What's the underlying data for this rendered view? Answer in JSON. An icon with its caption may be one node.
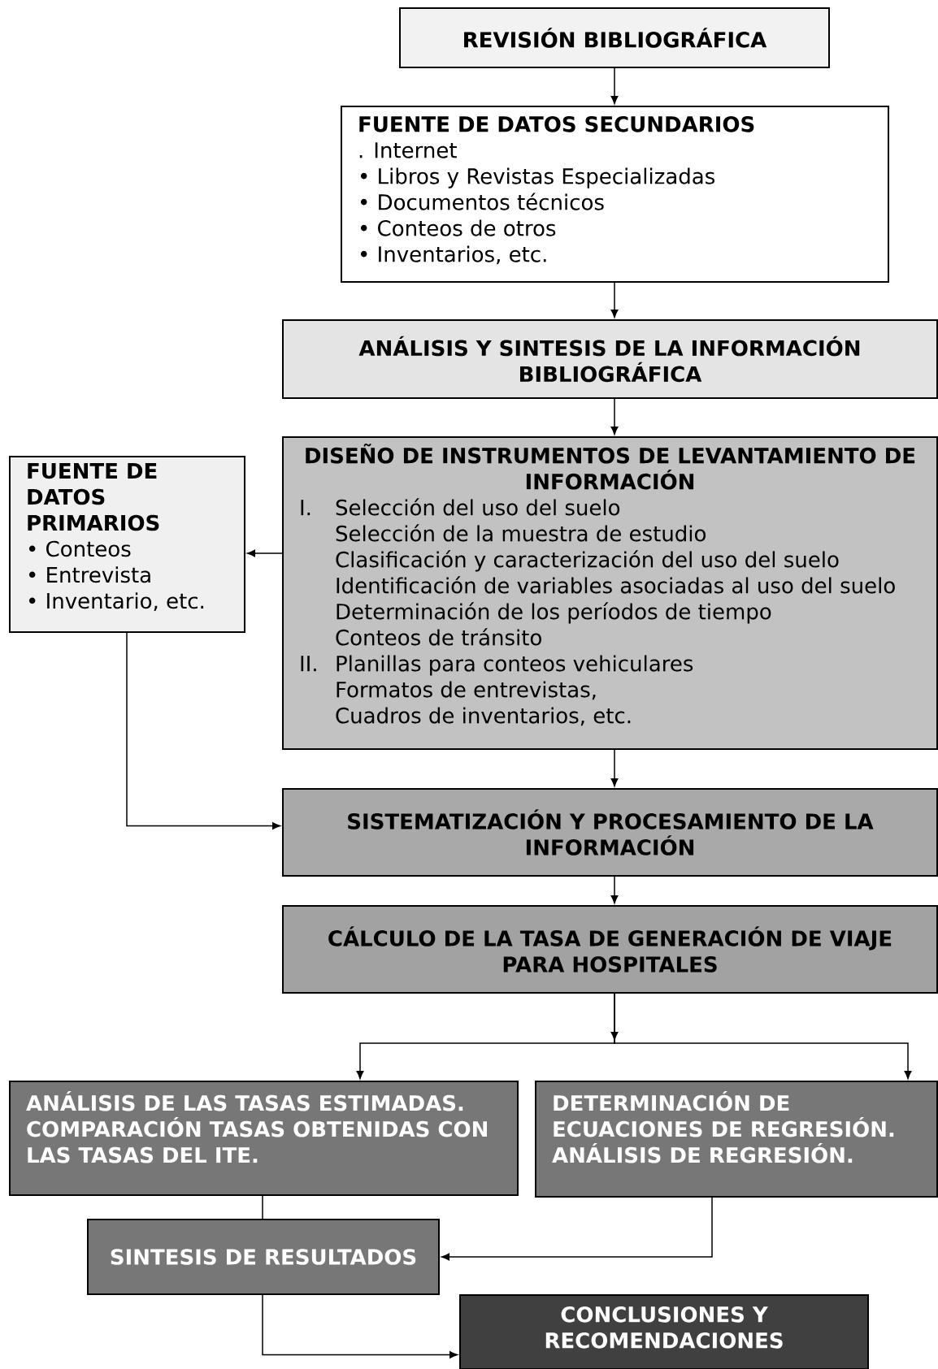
{
  "diagram": {
    "nodes": [
      {
        "text": [
          "REVISIÓN BIBLIOGRÁFICA"
        ]
      },
      {
        "text": [
          "FUENTE DE DATOS SECUNDARIOS",
          ". Internet",
          "• Libros y Revistas Especializadas",
          "• Documentos técnicos",
          "• Conteos de otros",
          "• Inventarios, etc."
        ]
      },
      {
        "text": [
          "ANÁLISIS Y SINTESIS DE LA INFORMACIÓN BIBLIOGRÁFICA"
        ]
      },
      {
        "text": [
          "DISEÑO DE INSTRUMENTOS DE LEVANTAMIENTO DE INFORMACIÓN",
          "I.",
          "Selección del uso del suelo",
          "Selección de la muestra de estudio",
          "Clasificación y caracterización del uso del suelo",
          "Identificación de variables asociadas al uso del suelo",
          "Determinación de los períodos de tiempo",
          "Conteos de tránsito",
          "II.",
          "Planillas para conteos vehiculares",
          "Formatos de entrevistas,",
          "Cuadros de inventarios, etc."
        ]
      },
      {
        "text": [
          "FUENTE DE DATOS PRIMARIOS",
          "• Conteos",
          "• Entrevista",
          "• Inventario, etc."
        ]
      },
      {
        "text": [
          "SISTEMATIZACIÓN Y PROCESAMIENTO DE LA INFORMACIÓN"
        ]
      },
      {
        "text": [
          "CÁLCULO DE LA TASA DE GENERACIÓN DE VIAJE PARA HOSPITALES"
        ]
      },
      {
        "text": [
          "ANÁLISIS DE LAS TASAS ESTIMADAS. COMPARACIÓN TASAS OBTENIDAS CON LAS TASAS DEL ITE."
        ]
      },
      {
        "text": [
          "DETERMINACIÓN DE ECUACIONES DE REGRESIÓN. ANÁLISIS DE REGRESIÓN."
        ]
      },
      {
        "text": [
          "SINTESIS DE RESULTADOS"
        ]
      },
      {
        "text": [
          "CONCLUSIONES Y RECOMENDACIONES"
        ]
      }
    ],
    "edges": [
      {
        "from": 0,
        "to": 1,
        "arrow": "to"
      },
      {
        "from": 1,
        "to": 2,
        "arrow": "to"
      },
      {
        "from": 2,
        "to": 3,
        "arrow": "to"
      },
      {
        "from": 3,
        "to": 4,
        "arrow": "to"
      },
      {
        "from": 4,
        "to": 5,
        "arrow": "to"
      },
      {
        "from": 3,
        "to": 5,
        "arrow": "to"
      },
      {
        "from": 5,
        "to": 6,
        "arrow": "to"
      },
      {
        "from": 6,
        "to": 7,
        "arrow": "to"
      },
      {
        "from": 6,
        "to": 8,
        "arrow": "to"
      },
      {
        "from": 7,
        "to": 9,
        "arrow": "none"
      },
      {
        "from": 8,
        "to": 9,
        "arrow": "to"
      },
      {
        "from": 9,
        "to": 10,
        "arrow": "to"
      }
    ]
  }
}
